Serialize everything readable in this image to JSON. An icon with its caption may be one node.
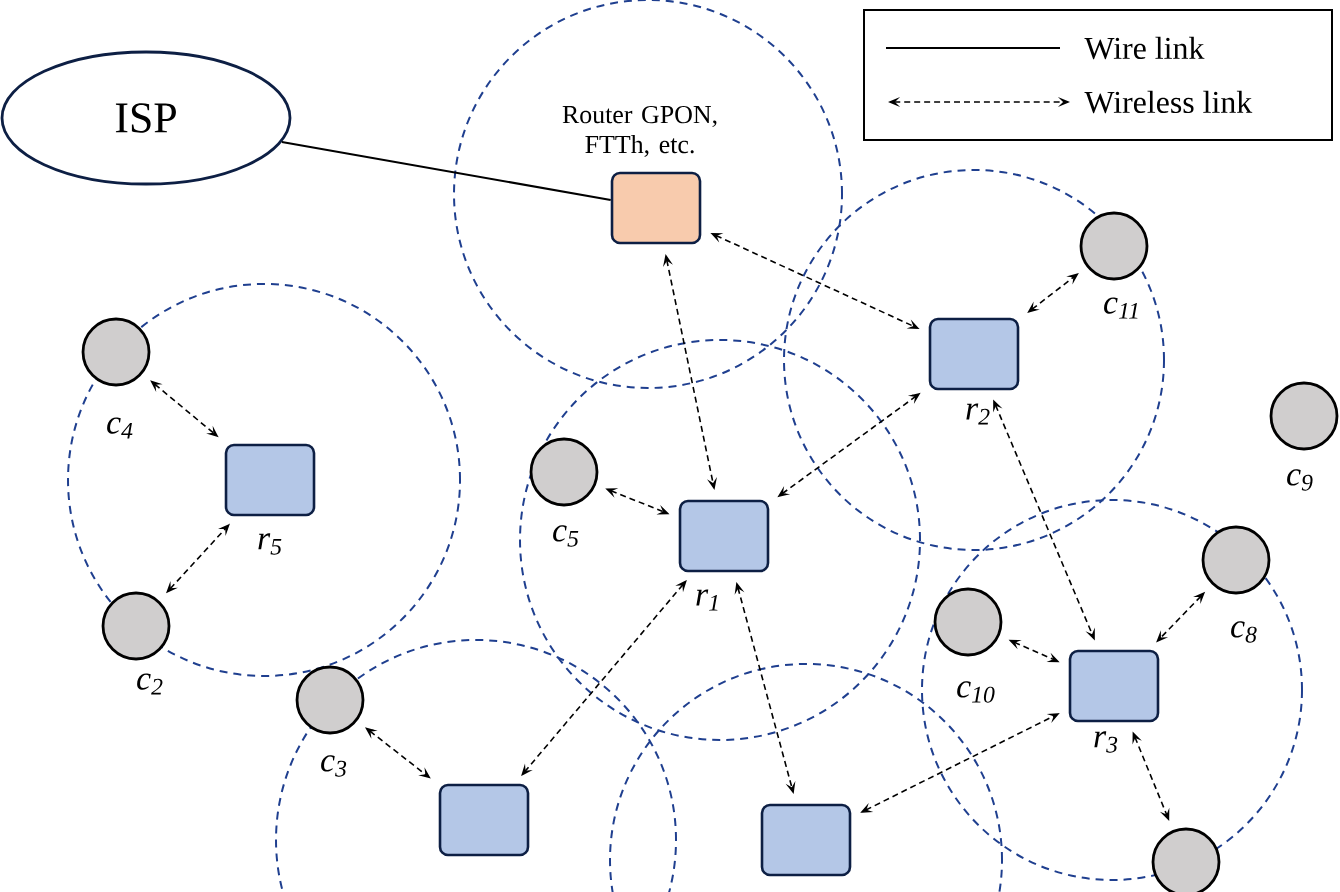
{
  "diagram": {
    "nodes": [
      {
        "text": [
          "ISP"
        ]
      },
      {
        "text": [
          "Router GPON, FTTh, etc."
        ]
      },
      {
        "text": [],
        "shape": "box",
        "beside": [
          "r$_{2}$"
        ]
      },
      {
        "text": [],
        "shape": "box",
        "beside": [
          "r$_{1}$"
        ]
      },
      {
        "text": [],
        "shape": "box",
        "beside": [
          "r$_{5}$"
        ]
      },
      {
        "text": [],
        "shape": "box",
        "beside": [
          "r$_{3}$"
        ]
      },
      {
        "text": [],
        "shape": "box"
      },
      {
        "text": [],
        "shape": "box"
      },
      {
        "text": [],
        "shape": "circle",
        "beside": [
          "c$_{4}$"
        ]
      },
      {
        "text": [],
        "shape": "circle",
        "beside": [
          "c$_{2}$"
        ]
      },
      {
        "text": [],
        "shape": "circle",
        "beside": [
          "c$_{3}$"
        ]
      },
      {
        "text": [],
        "shape": "circle",
        "beside": [
          "c$_{5}$"
        ]
      },
      {
        "text": [],
        "shape": "circle",
        "beside": [
          "c$_{11}$"
        ]
      },
      {
        "text": [],
        "shape": "circle",
        "beside": [
          "c$_{9}$"
        ]
      },
      {
        "text": [],
        "shape": "circle",
        "beside": [
          "c$_{8}$"
        ]
      },
      {
        "text": [],
        "shape": "circle",
        "beside": [
          "c$_{10}$"
        ]
      },
      {
        "text": [],
        "shape": "circle"
      }
    ],
    "edges": [
      {
        "from": 0,
        "to": 1,
        "arrow": "none"
      },
      {
        "from": 1,
        "to": 2,
        "arrow": "both",
        "style": "dashed"
      },
      {
        "from": 1,
        "to": 3,
        "arrow": "both",
        "style": "dashed"
      },
      {
        "from": 2,
        "to": 12,
        "arrow": "both",
        "style": "dashed"
      },
      {
        "from": 3,
        "to": 2,
        "arrow": "both",
        "style": "dashed"
      },
      {
        "from": 2,
        "to": 5,
        "arrow": "both",
        "style": "dashed"
      },
      {
        "from": 11,
        "to": 3,
        "arrow": "both",
        "style": "dashed"
      },
      {
        "from": 3,
        "to": 6,
        "arrow": "both",
        "style": "dashed"
      },
      {
        "from": 3,
        "to": 7,
        "arrow": "both",
        "style": "dashed"
      },
      {
        "from": 7,
        "to": 5,
        "arrow": "both",
        "style": "dashed"
      },
      {
        "from": 15,
        "to": 5,
        "arrow": "both",
        "style": "dashed"
      },
      {
        "from": 14,
        "to": 5,
        "arrow": "both",
        "style": "dashed"
      },
      {
        "from": 5,
        "to": 16,
        "arrow": "both",
        "style": "dashed"
      },
      {
        "from": 8,
        "to": 4,
        "arrow": "both",
        "style": "dashed"
      },
      {
        "from": 9,
        "to": 4,
        "arrow": "both",
        "style": "dashed"
      },
      {
        "from": 10,
        "to": 6,
        "arrow": "both",
        "style": "dashed"
      }
    ],
    "legend": [
      {
        "text": "Wire link"
      },
      {
        "text": "Wireless link"
      }
    ]
  }
}
